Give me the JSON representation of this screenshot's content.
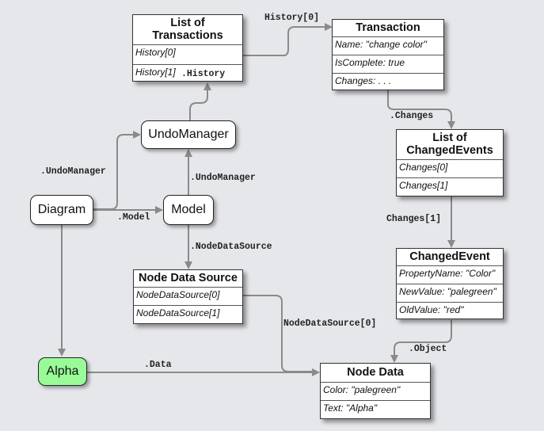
{
  "nodes": {
    "diagram": "Diagram",
    "model": "Model",
    "undo_manager": "UndoManager",
    "alpha": "Alpha"
  },
  "tables": {
    "list_of_transactions": {
      "title": "List of Transactions",
      "rows": [
        "History[0]",
        "History[1]"
      ]
    },
    "transaction": {
      "title": "Transaction",
      "rows": [
        "Name: \"change color\"",
        "IsComplete: true",
        "Changes: . . ."
      ]
    },
    "list_of_changed_events": {
      "title": "List of ChangedEvents",
      "rows": [
        "Changes[0]",
        "Changes[1]"
      ]
    },
    "changed_event": {
      "title": "ChangedEvent",
      "rows": [
        "PropertyName: \"Color\"",
        "NewValue: \"palegreen\"",
        "OldValue: \"red\""
      ]
    },
    "node_data_source": {
      "title": "Node Data Source",
      "rows": [
        "NodeDataSource[0]",
        "NodeDataSource[1]"
      ]
    },
    "node_data": {
      "title": "Node Data",
      "rows": [
        "Color: \"palegreen\"",
        "Text: \"Alpha\""
      ]
    }
  },
  "links": {
    "history0": "History[0]",
    "history": ".History",
    "changes": ".Changes",
    "changes1": "Changes[1]",
    "diagram_undo": ".UndoManager",
    "model_undo": ".UndoManager",
    "model": ".Model",
    "node_data_source": ".NodeDataSource",
    "node_data_source0": "NodeDataSource[0]",
    "object": ".Object",
    "data": ".Data"
  },
  "colors": {
    "background": "#e6e7eb",
    "link": "#8a8a8a",
    "alpha_fill": "#98fb98"
  }
}
